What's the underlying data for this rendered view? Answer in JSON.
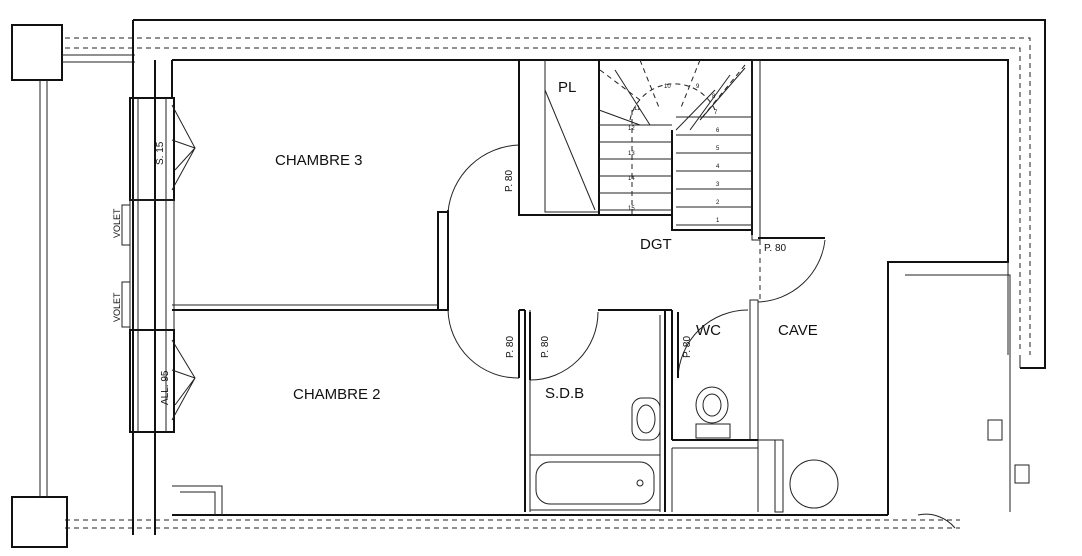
{
  "plan": {
    "rooms": {
      "chambre3": "CHAMBRE 3",
      "chambre2": "CHAMBRE 2",
      "dgt": "DGT",
      "sdb": "S.D.B",
      "wc": "WC",
      "cave": "CAVE",
      "pl": "PL"
    },
    "doors": {
      "chambre3": "P. 80",
      "chambre2": "P. 80",
      "sdb": "P. 80",
      "wc": "P. 80",
      "cave": "P. 80"
    },
    "windows": {
      "top": "S. 15",
      "bottom": "ALL. 95",
      "volet1": "VOLET",
      "volet2": "VOLET"
    },
    "stair_steps": [
      "1",
      "2",
      "3",
      "4",
      "5",
      "6",
      "7",
      "8",
      "9",
      "10",
      "11",
      "12",
      "13",
      "14",
      "15"
    ]
  }
}
